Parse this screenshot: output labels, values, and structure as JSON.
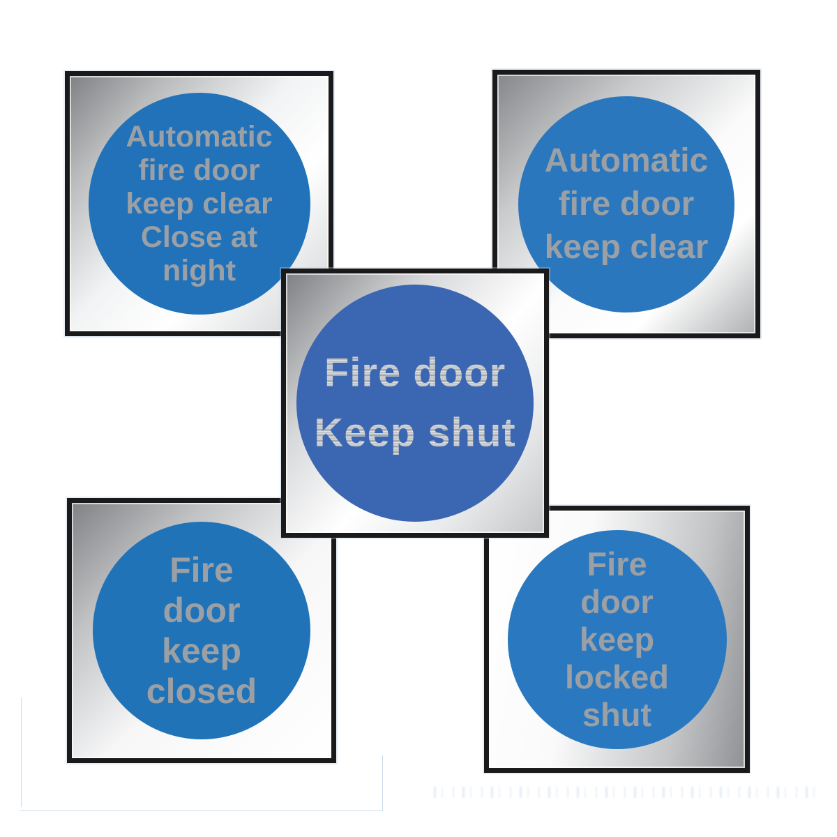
{
  "colors": {
    "background": "#ffffff",
    "sign_border": "#1a1a1a",
    "corner_circle_blue": "#2172b8",
    "center_circle_blue": "#3b66b2",
    "text_silver": "#9aa0a5"
  },
  "signs": [
    {
      "id": "top-left",
      "lines": [
        "Automatic",
        "fire door",
        "keep clear",
        "Close at",
        "night"
      ]
    },
    {
      "id": "top-right",
      "lines": [
        "Automatic",
        "fire door",
        "keep clear"
      ]
    },
    {
      "id": "center",
      "lines": [
        "Fire door",
        "Keep shut"
      ]
    },
    {
      "id": "bottom-left",
      "lines": [
        "Fire",
        "door",
        "keep",
        "closed"
      ]
    },
    {
      "id": "bottom-right",
      "lines": [
        "Fire",
        "door",
        "keep",
        "locked",
        "shut"
      ]
    }
  ]
}
